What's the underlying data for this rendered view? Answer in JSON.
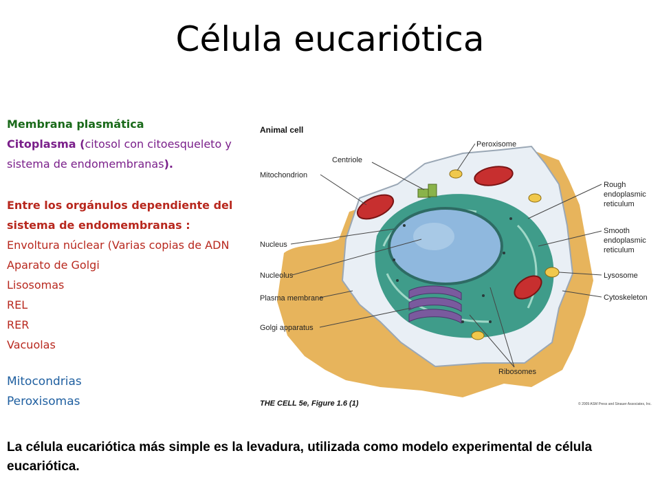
{
  "title": "Célula eucariótica",
  "left_panel": {
    "membrana": "Membrana plasmática",
    "citoplasma_a": "Citoplasma (",
    "citoplasma_b": "citosol con citoesqueleto y",
    "citoplasma_c": "sistema de endomembranas",
    "citoplasma_d": ").",
    "organulos_heading_1": "Entre los orgánulos dependiente del",
    "organulos_heading_2": "sistema de endomembranas :",
    "organulos": [
      "Envoltura núclear (Varias copias de ADN",
      "Aparato de Golgi",
      "Lisosomas",
      "REL",
      "RER",
      "Vacuolas"
    ],
    "other": [
      "Mitocondrias",
      "Peroxisomas"
    ]
  },
  "figure": {
    "heading": "Animal cell",
    "labels_left": [
      "Centriole",
      "Mitochondrion",
      "Nucleus",
      "Nucleolus",
      "Plasma membrane",
      "Golgi apparatus"
    ],
    "labels_right": [
      "Peroxisome",
      "Rough",
      "endoplasmic",
      "reticulum",
      "Smooth",
      "endoplasmic",
      "reticulum",
      "Lysosome",
      "Cytoskeleton"
    ],
    "label_bottom": "Ribosomes",
    "caption": "THE CELL 5e, Figure 1.6 (1)",
    "copyright": "© 2009 ASM Press and Sinauer Associates, Inc."
  },
  "footer": "La célula eucariótica más simple es la levadura, utilizada como modelo experimental de célula eucariótica."
}
